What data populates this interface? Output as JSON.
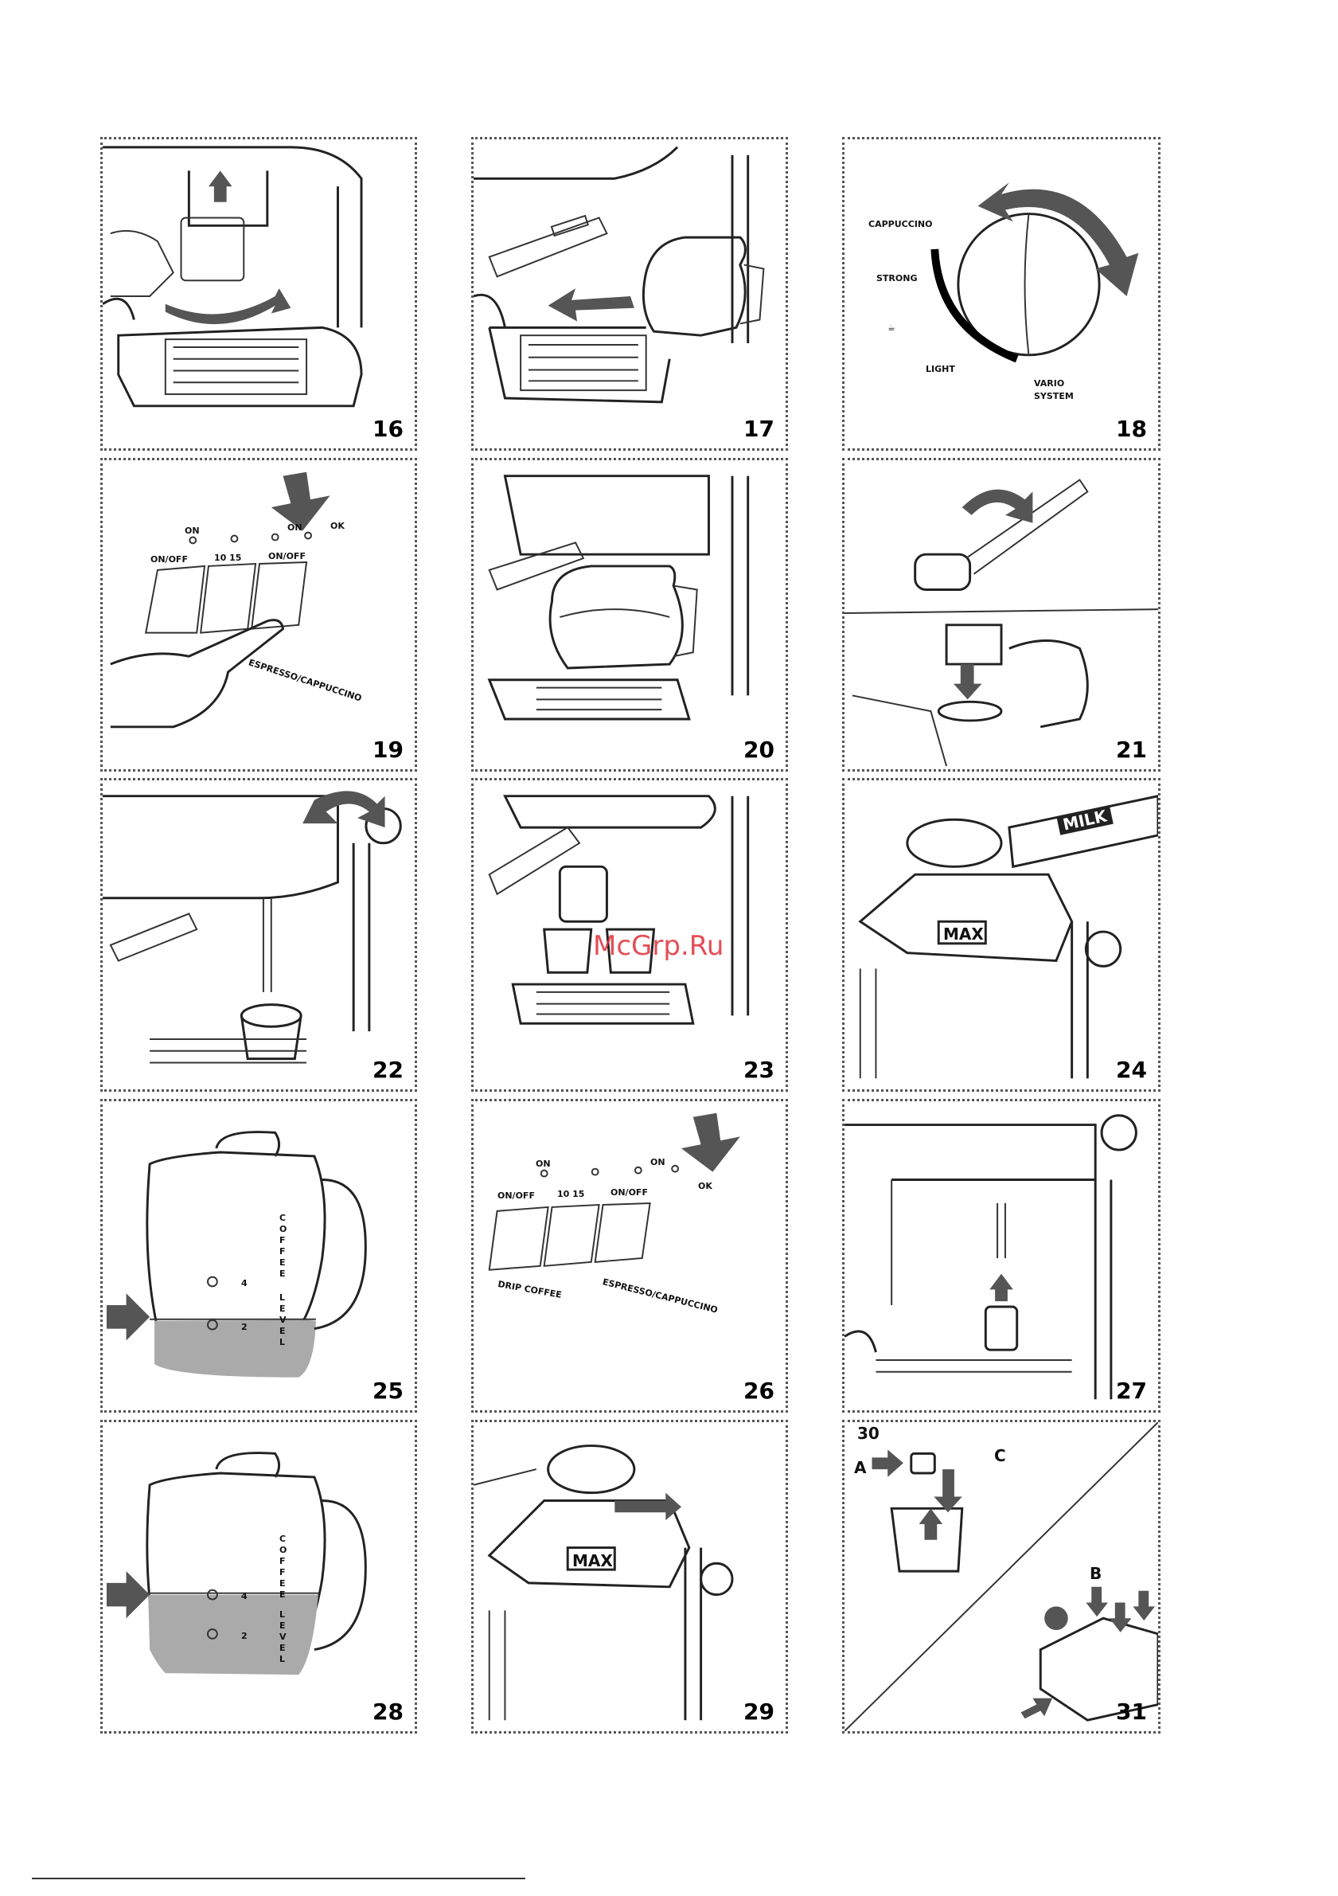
{
  "figures": [
    {
      "num": "16"
    },
    {
      "num": "17"
    },
    {
      "num": "18",
      "labels": {
        "cappuccino": "CAPPUCCINO",
        "strong": "STRONG",
        "light": "LIGHT",
        "vario": "VARIO",
        "system": "SYSTEM"
      }
    },
    {
      "num": "19",
      "labels": {
        "on_left": "ON",
        "on_mid": "ON",
        "ok": "OK",
        "onoff_left": "ON/OFF",
        "onoff_right": "ON/OFF",
        "temp": "10 15",
        "espresso": "ESPRESSO/CAPPUCCINO"
      }
    },
    {
      "num": "20"
    },
    {
      "num": "21"
    },
    {
      "num": "22"
    },
    {
      "num": "23"
    },
    {
      "num": "24",
      "labels": {
        "milk": "MILK",
        "max": "MAX"
      }
    },
    {
      "num": "25",
      "labels": {
        "coffee": "COFFEE",
        "level": "LEVEL",
        "four": "4",
        "two": "2"
      }
    },
    {
      "num": "26",
      "labels": {
        "on_left": "ON",
        "on_mid": "ON",
        "ok": "OK",
        "onoff_left": "ON/OFF",
        "onoff_right": "ON/OFF",
        "temp": "10 15",
        "drip": "DRIP COFFEE",
        "espresso": "ESPRESSO/CAPPUCCINO"
      }
    },
    {
      "num": "27"
    },
    {
      "num": "28",
      "labels": {
        "coffee": "COFFEE",
        "level": "LEVEL",
        "four": "4",
        "two": "2"
      }
    },
    {
      "num": "29",
      "labels": {
        "max": "MAX"
      }
    },
    {
      "num": "31",
      "labels": {
        "thirty": "30",
        "a": "A",
        "b": "B",
        "c": "C"
      }
    }
  ],
  "watermark": "McGrp.Ru",
  "icons": [
    "arrow-icon",
    "finger-icon",
    "carafe-icon",
    "cup-icon",
    "knob-icon",
    "milk-jug-icon"
  ]
}
